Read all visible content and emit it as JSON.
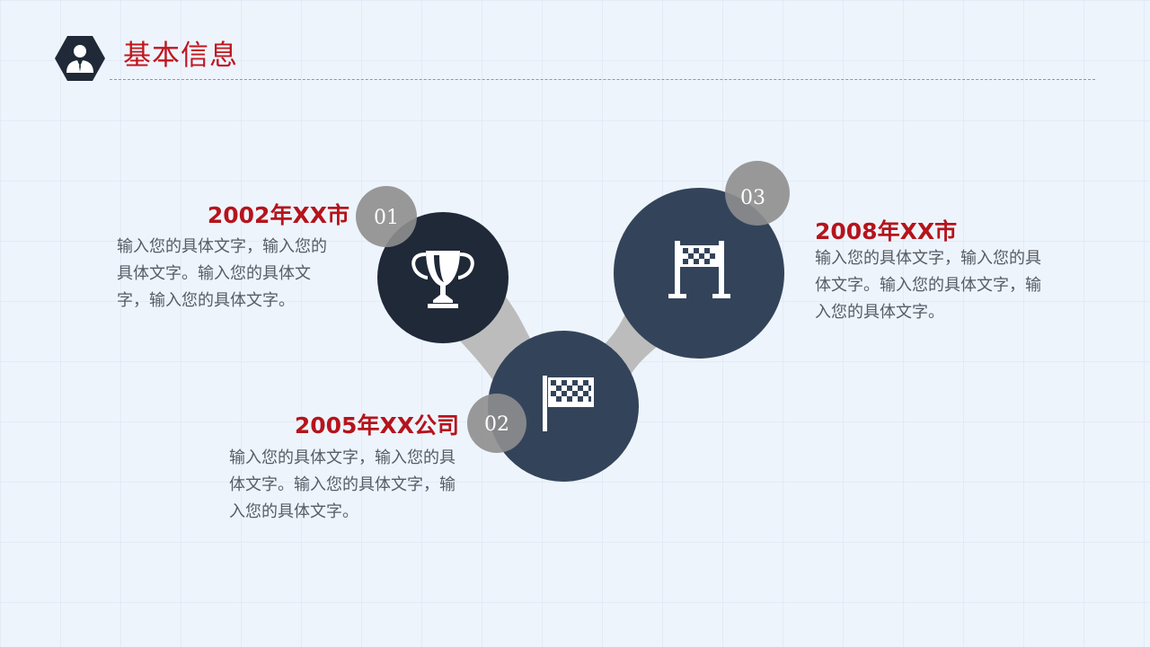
{
  "header": {
    "title": "基本信息",
    "icon": "person-icon"
  },
  "items": [
    {
      "number": "01",
      "heading": "2002年XX市",
      "description": "输入您的具体文字，输入您的具体文字。输入您的具体文字，输入您的具体文字。",
      "icon": "trophy-icon"
    },
    {
      "number": "02",
      "heading": "2005年XX公司",
      "description": "输入您的具体文字，输入您的具体文字。输入您的具体文字，输入您的具体文字。",
      "icon": "checkered-flag-icon"
    },
    {
      "number": "03",
      "heading": "2008年XX市",
      "description": "输入您的具体文字，输入您的具体文字。输入您的具体文字，输入您的具体文字。",
      "icon": "finish-line-icon"
    }
  ],
  "colors": {
    "accent": "#c0161e",
    "circle_dark": "#1f2937",
    "circle_navy": "#33445a",
    "badge": "#8e8e8e",
    "connector": "#bcbcbc",
    "background": "#eef4fc"
  }
}
